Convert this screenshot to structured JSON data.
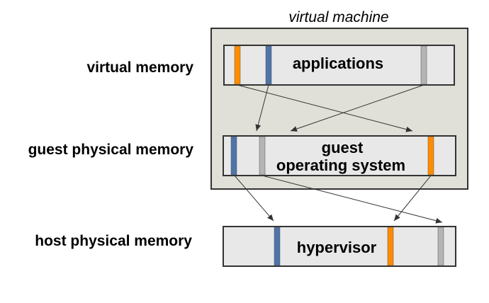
{
  "title": "virtual machine",
  "rows": {
    "virtual_memory": "virtual memory",
    "guest_physical_memory": "guest physical memory",
    "host_physical_memory": "host physical memory"
  },
  "boxes": {
    "applications": "applications",
    "guest_os_line1": "guest",
    "guest_os_line2": "operating system",
    "hypervisor": "hypervisor"
  },
  "colors": {
    "vm_container": "#e0e0d8",
    "memory_bar": "#e8e8e8",
    "orange": "#ff8c00",
    "blue": "#4f74a8",
    "gray": "#b4b4b4",
    "outline": "#333333"
  }
}
